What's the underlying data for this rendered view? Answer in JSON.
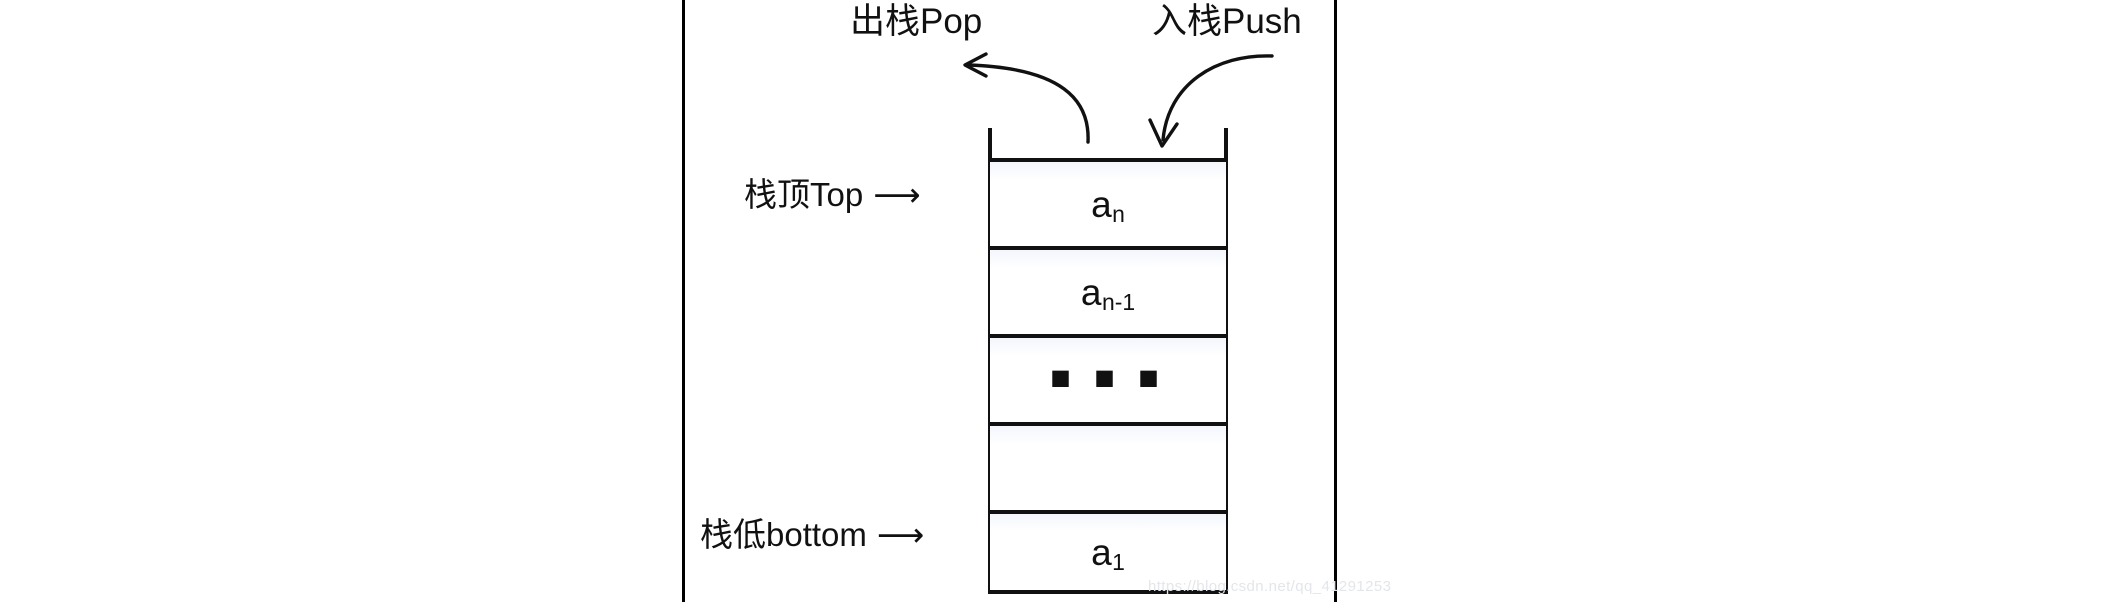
{
  "diagram": {
    "title_top_left": "出栈Pop",
    "title_top_right": "入栈Push",
    "pointer_top": {
      "text": "栈顶Top",
      "arrow": "⟶"
    },
    "pointer_bottom": {
      "text": "栈低bottom",
      "arrow": "⟶"
    },
    "stack_cells": [
      {
        "label_main": "a",
        "label_sub": "n",
        "kind": "value"
      },
      {
        "label_main": "a",
        "label_sub": "n-1",
        "kind": "value"
      },
      {
        "label_main": "",
        "label_sub": "",
        "kind": "ellipsis",
        "dots": "■ ■ ■"
      },
      {
        "label_main": "",
        "label_sub": "",
        "kind": "empty"
      },
      {
        "label_main": "a",
        "label_sub": "1",
        "kind": "value"
      }
    ],
    "watermark": "https://blog.csdn.net/qq_41291253",
    "colors": {
      "stroke": "#111111",
      "background": "#ffffff",
      "cell_tint": "#f3f6fc"
    }
  }
}
